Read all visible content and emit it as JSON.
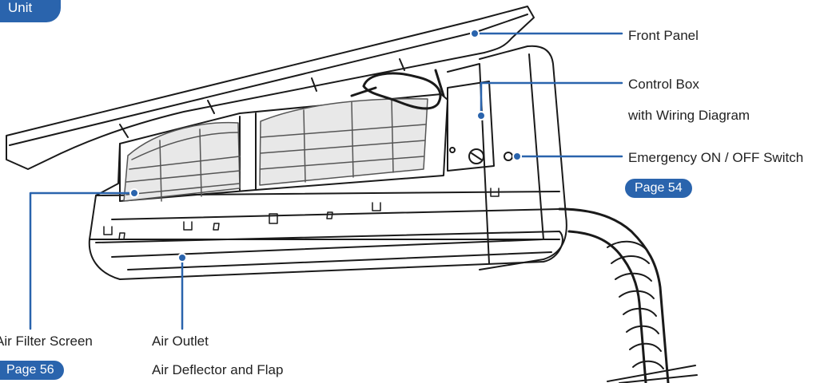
{
  "section_tab": {
    "label": "Unit"
  },
  "callouts": {
    "front_panel": {
      "label": "Front Panel"
    },
    "control_box": {
      "line1": "Control Box",
      "line2": "with Wiring Diagram"
    },
    "emergency_switch": {
      "label": "Emergency ON / OFF Switch",
      "page_ref": "Page 54"
    },
    "air_filter": {
      "label": "Air Filter Screen",
      "page_ref": "Page 56"
    },
    "air_outlet": {
      "line1": "Air Outlet",
      "line2": "Air Deflector and Flap"
    }
  },
  "colors": {
    "accent": "#2a64ad",
    "line_art": "#1a1a1a",
    "filter_mesh": "#666666",
    "text": "#222222"
  }
}
